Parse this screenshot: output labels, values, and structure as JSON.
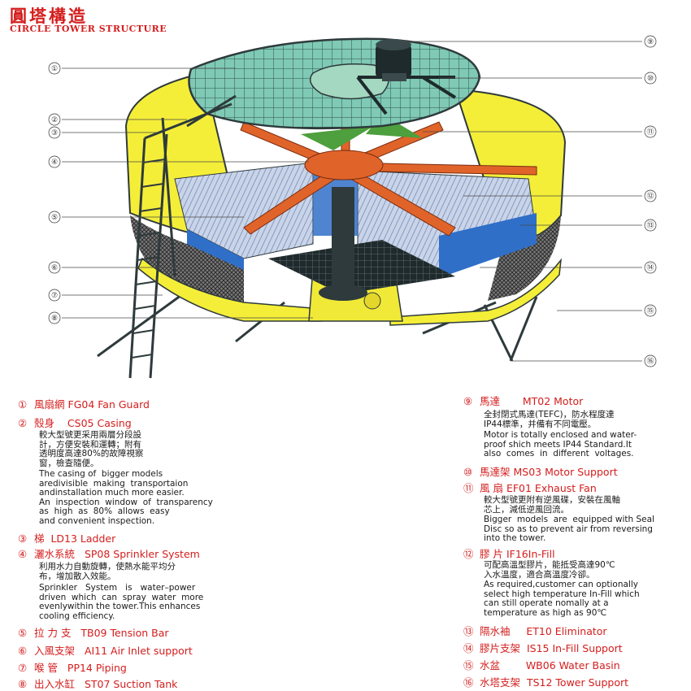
{
  "title": {
    "zh": "圓塔構造",
    "en": "CIRCLE TOWER STRUCTURE"
  },
  "callouts": [
    "①",
    "②",
    "③",
    "④",
    "⑤",
    "⑥",
    "⑦",
    "⑧",
    "⑨",
    "⑩",
    "⑪",
    "⑫",
    "⑬",
    "⑭",
    "⑮",
    "⑯"
  ],
  "left_items": [
    {
      "num": "①",
      "zh": "風扇網",
      "code": "FG04 Fan Guard"
    },
    {
      "num": "②",
      "zh": "殼身",
      "code": "CS05 Casing"
    },
    {
      "num": "③",
      "zh": "梯",
      "code": "LD13 Ladder"
    },
    {
      "num": "④",
      "zh": "灑水系統",
      "code": "SP08 Sprinkler System"
    },
    {
      "num": "⑤",
      "zh": "拉 力 支",
      "code": "TB09 Tension Bar"
    },
    {
      "num": "⑥",
      "zh": "入風支架",
      "code": "AI11 Air Inlet support"
    },
    {
      "num": "⑦",
      "zh": "喉    管",
      "code": "PP14 Piping"
    },
    {
      "num": "⑧",
      "zh": "出入水缸",
      "code": "ST07 Suction Tank"
    }
  ],
  "right_items": [
    {
      "num": "⑨",
      "zh": "馬達",
      "code": "MT02 Motor"
    },
    {
      "num": "⑩",
      "zh": "馬達架",
      "code": "MS03 Motor Support"
    },
    {
      "num": "⑪",
      "zh": "風    扇",
      "code": "EF01 Exhaust Fan"
    },
    {
      "num": "⑫",
      "zh": "膠    片",
      "code": "IF16In-Fill"
    },
    {
      "num": "⑬",
      "zh": "隔水袖",
      "code": "ET10 Eliminator"
    },
    {
      "num": "⑭",
      "zh": "膠片支架",
      "code": "IS15 In-Fill Support"
    },
    {
      "num": "⑮",
      "zh": "水盆",
      "code": "WB06 Water Basin"
    },
    {
      "num": "⑯",
      "zh": "水塔支架",
      "code": "TS12 Tower Support"
    }
  ],
  "descriptions": {
    "casing_zh": "較大型號更采用兩層分段設\n計，方便安裝和運轉；附有\n透明度高達80%的故障視察\n窗，檢查隨便。",
    "casing_en": "The casing of  bigger models\naredivisible  making  transportaion\nandinstallation much more easier.\nAn  inspection  window  of  transparency\nas  high  as  80%  allows  easy\nand convenient inspection.",
    "sprinkler_zh": "利用水力自動旋轉，使熱水能平均分\n布，增加散入效能。",
    "sprinkler_en": "Sprinkler   System   is   water–power\ndriven  which  can  spray  water  more\nevenlywithin the tower.This enhances\ncooling efficiency.",
    "motor_zh": "全封閉式馬達(TEFC)，防水程度達\nIP44標準，并備有不同電壓。",
    "motor_en": "Motor is totally enclosed and water-\nproof shich meets IP44 Standard.It\nalso  comes  in  different  voltages.",
    "fan_zh": "較大型號更附有逆風碟，安裝在風軸\n芯上，減低逆風回流。",
    "fan_en": "Bigger  models  are  equipped with Seal\nDisc so as to prevent air from reversing\ninto the tower.",
    "infill_zh": "可配高溫型膠片，能抵受高達90℃\n入水溫度，適合高溫度冷卻。",
    "infill_en": "As required,customer can optionally\nselect high temperature In-Fill which\ncan still operate nomally at a\ntemperature as high as 90℃"
  },
  "colors": {
    "accent_red": "#d41d1d",
    "casing_yellow": "#f4ee38",
    "fill_blue": "#2f6fc8",
    "fan_orange": "#e0642a",
    "grid_green": "#7fc9b5",
    "steel_dark": "#2e3a3c"
  }
}
